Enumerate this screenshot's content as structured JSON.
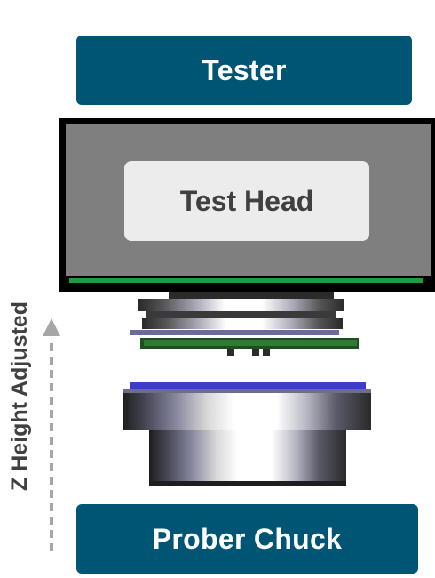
{
  "labels": {
    "tester": "Tester",
    "test_head": "Test Head",
    "prober_chuck": "Prober Chuck",
    "z_height": "Z Height Adjusted"
  },
  "colors": {
    "banner": "#005574",
    "head_body": "#7f7f7f",
    "head_label_box": "#ececec",
    "green_strip": "#1f9c3c",
    "chuck_top_plate": "#3d3dc8",
    "arrow": "#a6a6a6",
    "text_dark": "#404040"
  },
  "icons": {
    "arrow": "dashed-up-arrow-icon",
    "probe_card": "probe-card-assembly-icon",
    "chuck": "wafer-chuck-icon"
  }
}
